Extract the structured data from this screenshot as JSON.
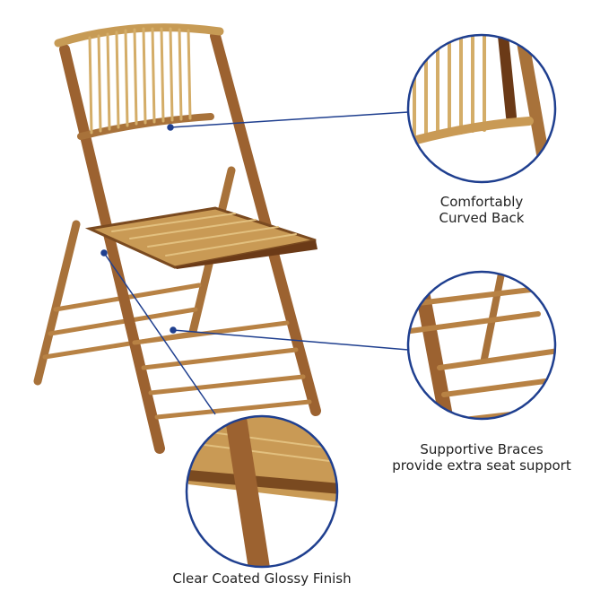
{
  "callouts": [
    {
      "line1": "Comfortably",
      "line2": "Curved Back"
    },
    {
      "line1": "Supportive Braces",
      "line2": "provide extra seat support"
    },
    {
      "line1": "Clear Coated Glossy Finish"
    }
  ],
  "colors": {
    "ring": "#1f3f8f",
    "bamboo": "#b27a3c",
    "bamboo_dark": "#6b3a17",
    "slat": "#d9b470"
  }
}
